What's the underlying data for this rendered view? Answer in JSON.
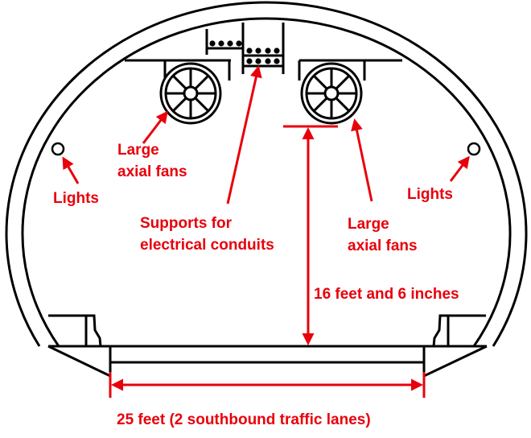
{
  "colors": {
    "annotation": "#e8000b",
    "structure": "#000000"
  },
  "labels": {
    "lights_left": "Lights",
    "fans_left_line1": "Large",
    "fans_left_line2": "axial fans",
    "supports_line1": "Supports for",
    "supports_line2": "electrical conduits",
    "fans_right_line1": "Large",
    "fans_right_line2": "axial fans",
    "lights_right": "Lights",
    "height": "16 feet and 6 inches",
    "width": "25 feet (2 southbound traffic lanes)"
  }
}
